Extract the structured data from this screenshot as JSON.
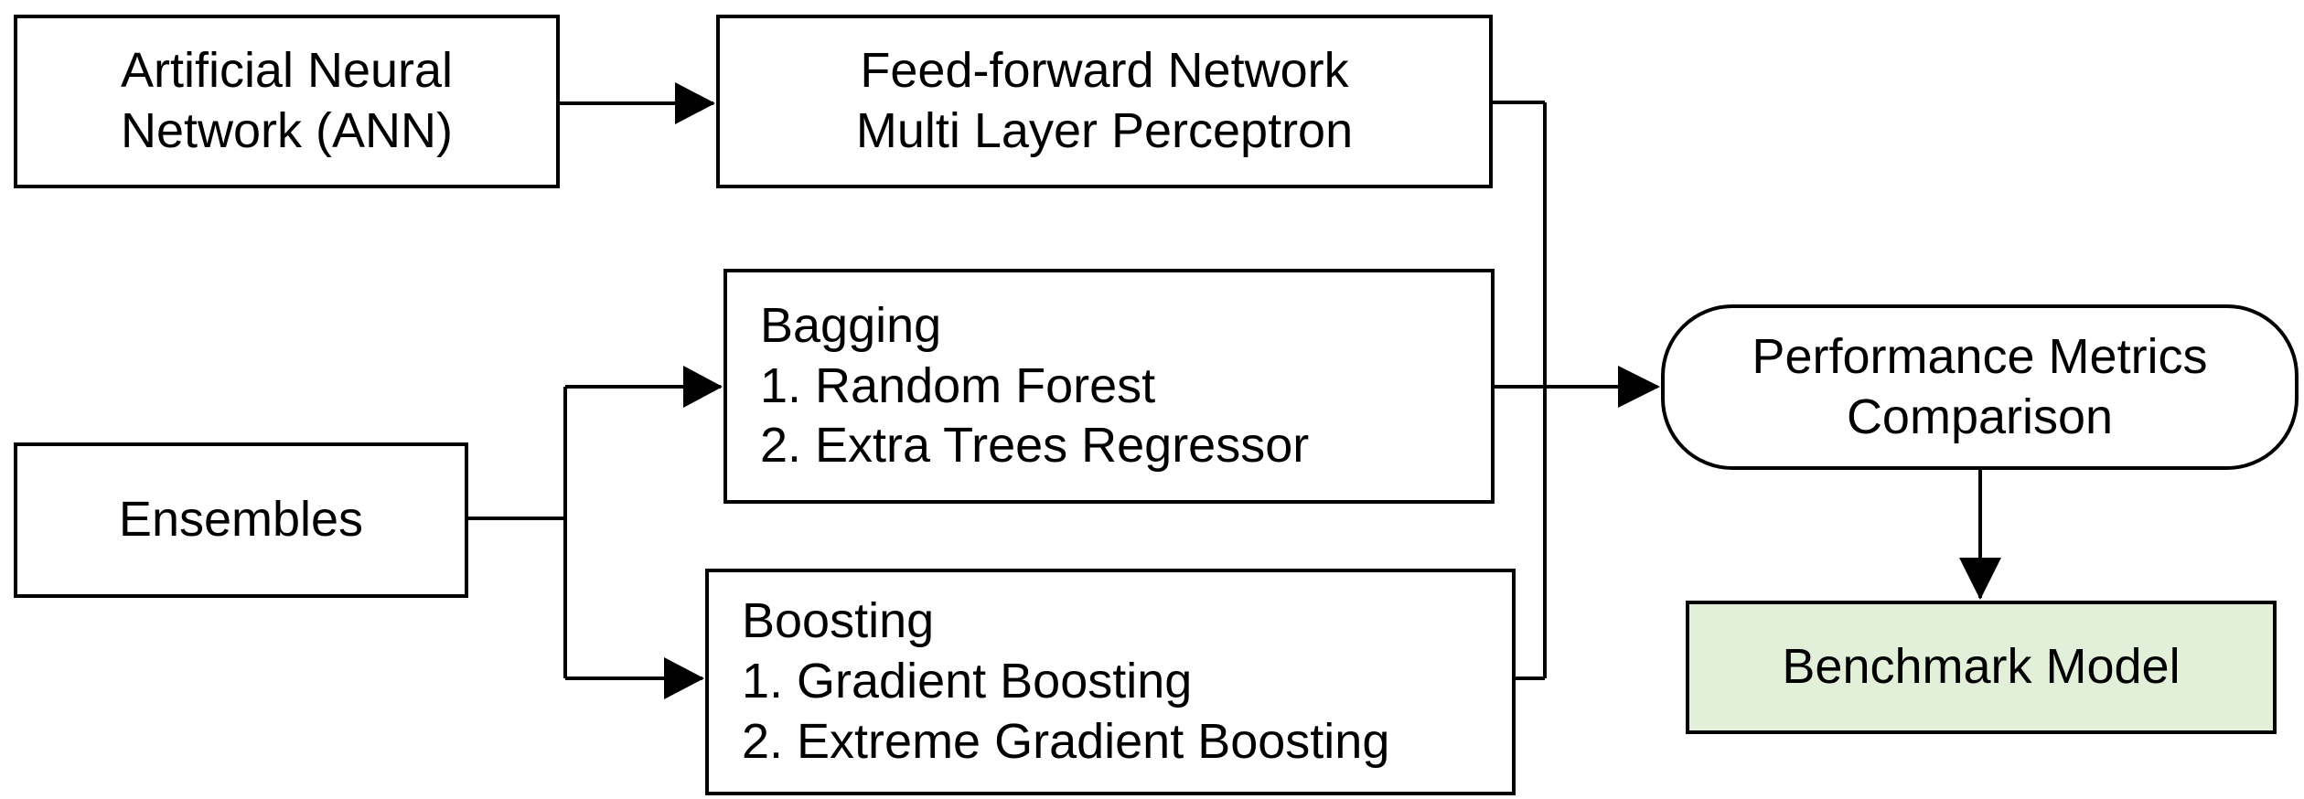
{
  "nodes": {
    "ann": {
      "lines": [
        "Artificial Neural",
        "Network (ANN)"
      ]
    },
    "ffn": {
      "lines": [
        "Feed-forward Network",
        "Multi Layer Perceptron"
      ]
    },
    "bagging": {
      "lines": [
        "Bagging",
        "1. Random Forest",
        "2. Extra Trees Regressor"
      ]
    },
    "ensembles": {
      "lines": [
        "Ensembles"
      ]
    },
    "boosting": {
      "lines": [
        "Boosting",
        "1. Gradient Boosting",
        "2. Extreme Gradient Boosting"
      ]
    },
    "metrics": {
      "lines": [
        "Performance Metrics",
        "Comparison"
      ]
    },
    "benchmark": {
      "lines": [
        "Benchmark Model"
      ],
      "fill": "#e2efd9"
    }
  },
  "edges": [
    {
      "from": "ann",
      "to": "ffn"
    },
    {
      "from": "ensembles",
      "to": "bagging"
    },
    {
      "from": "ensembles",
      "to": "boosting"
    },
    {
      "from": "ffn",
      "to": "metrics"
    },
    {
      "from": "bagging",
      "to": "metrics"
    },
    {
      "from": "boosting",
      "to": "metrics"
    },
    {
      "from": "metrics",
      "to": "benchmark"
    }
  ]
}
